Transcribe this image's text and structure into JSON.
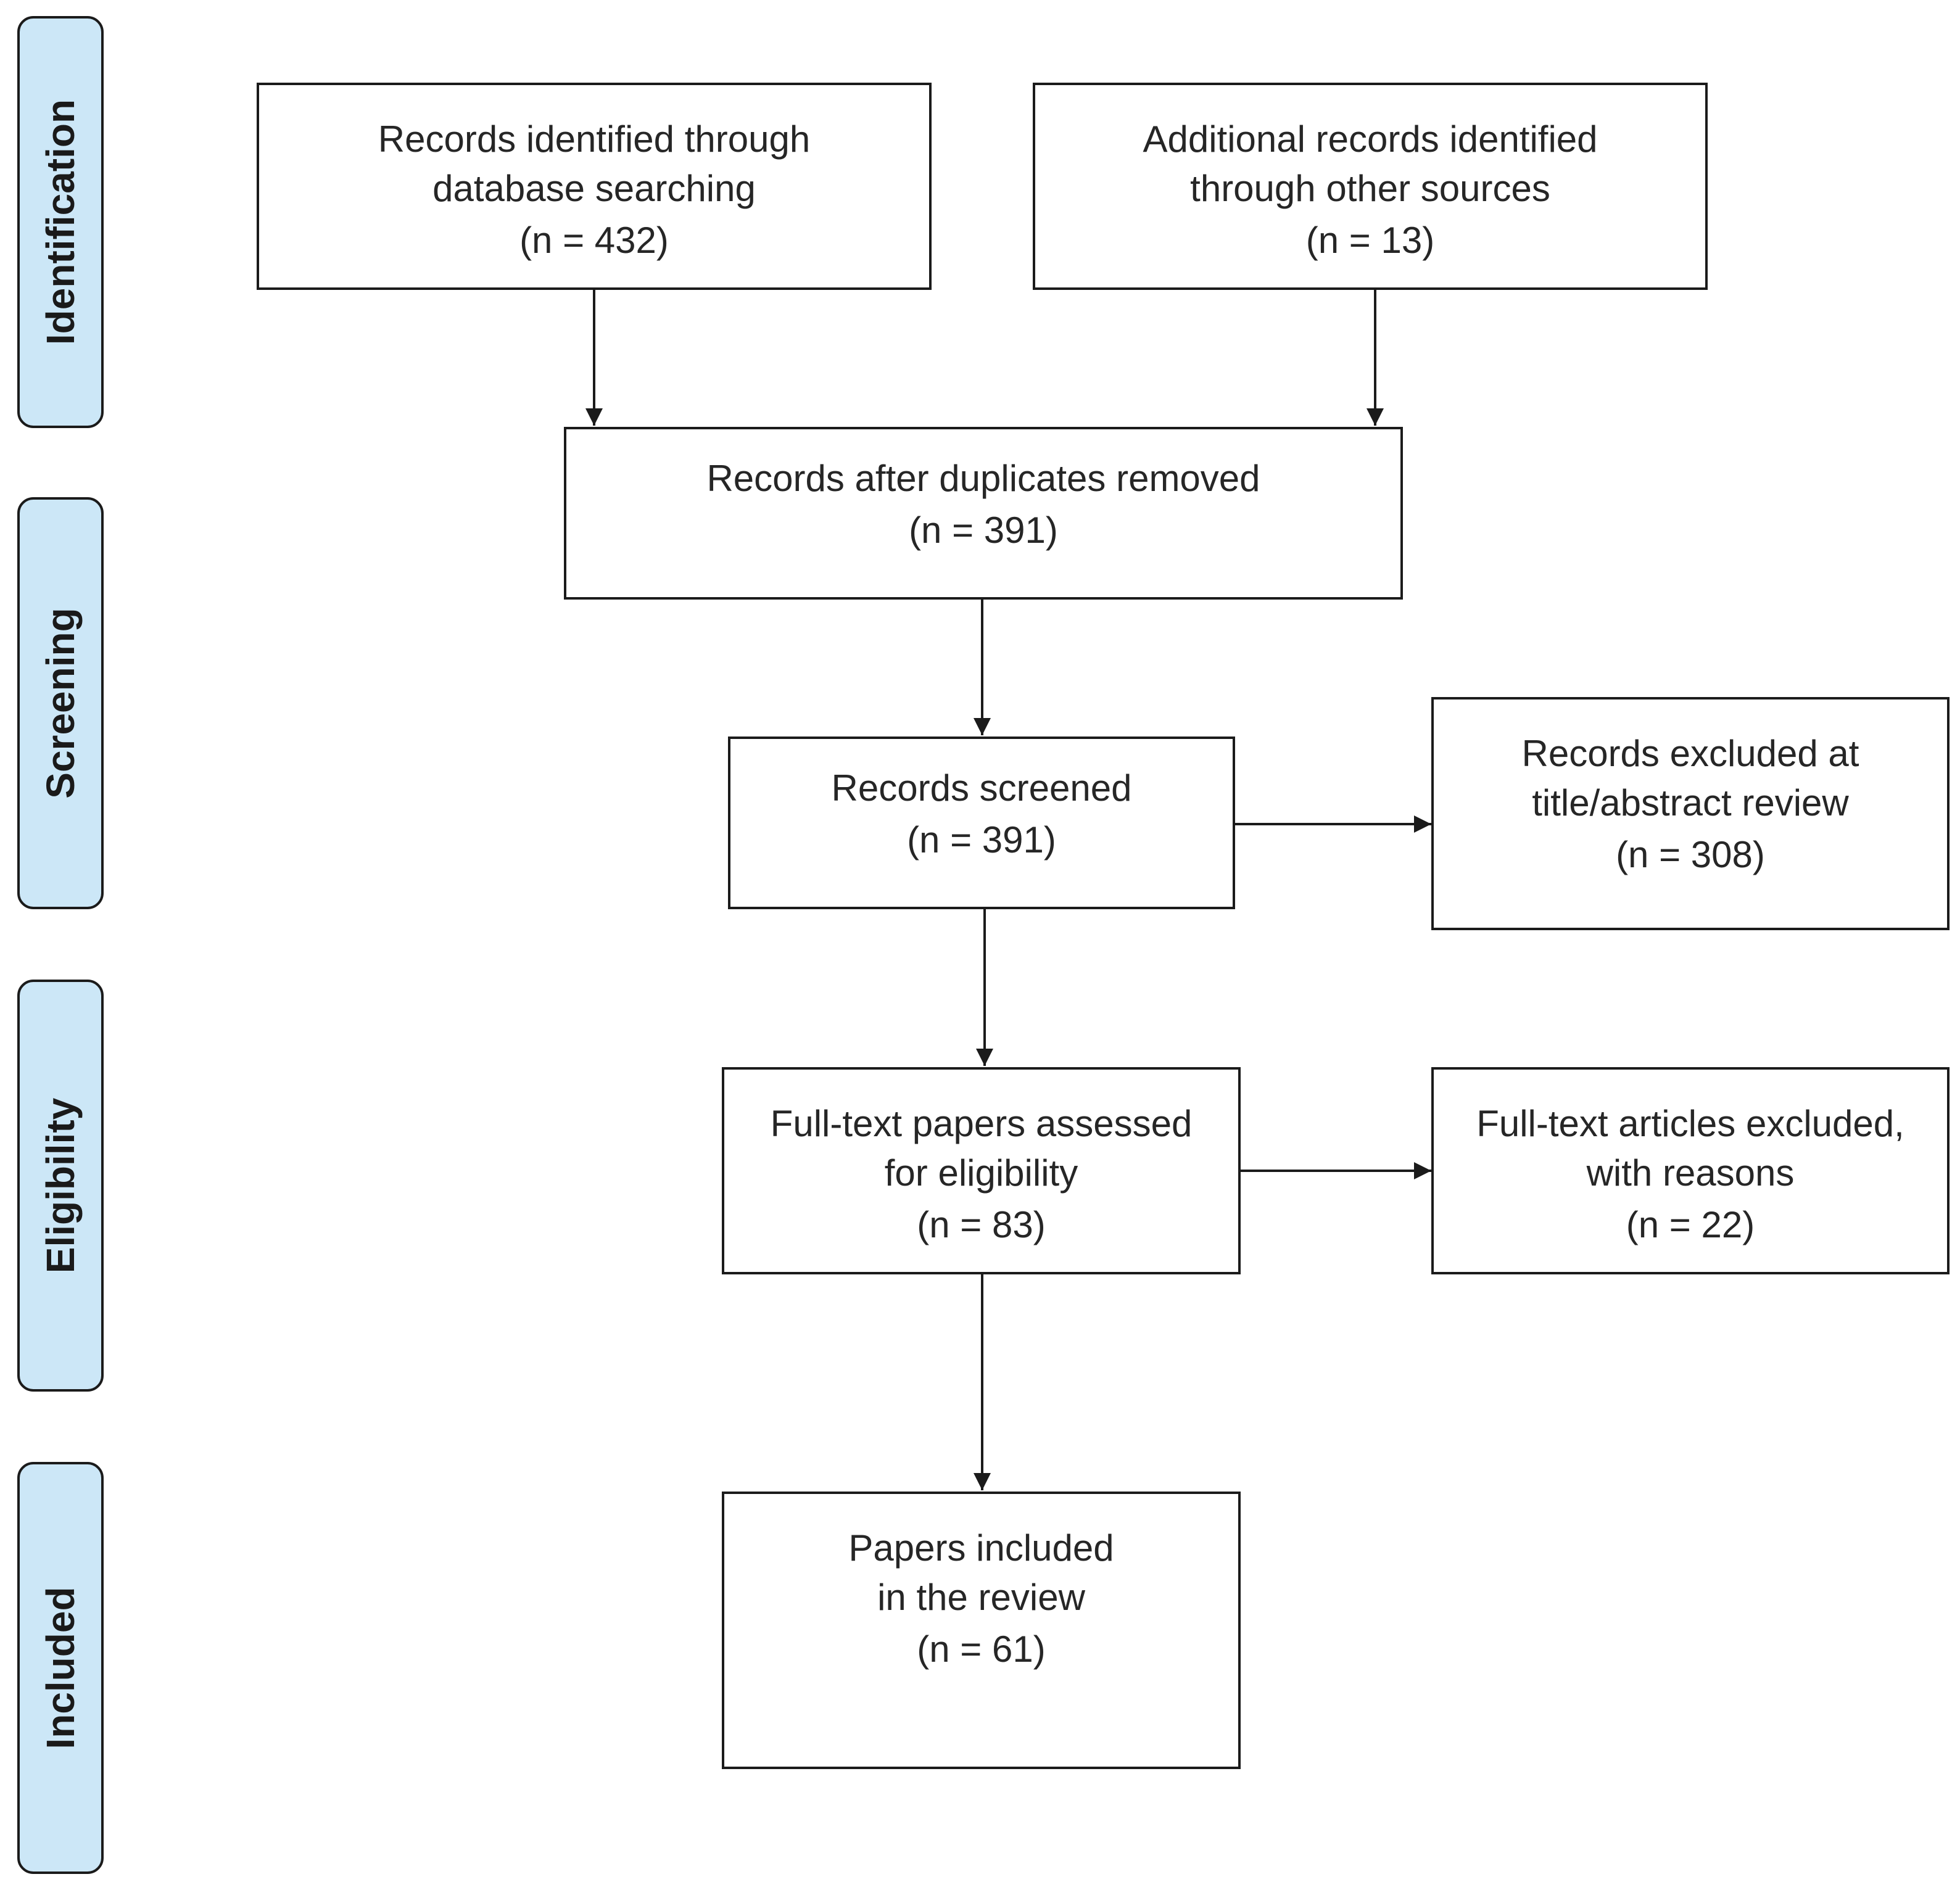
{
  "phases": {
    "identification": "Identification",
    "screening": "Screening",
    "eligibility": "Eligibility",
    "included": "Included"
  },
  "boxes": {
    "database": {
      "lines": [
        "Records identified through",
        "database searching"
      ],
      "count": "(n = 432)"
    },
    "other_sources": {
      "lines": [
        "Additional records identified",
        "through other sources"
      ],
      "count": "(n = 13)"
    },
    "after_duplicates": {
      "lines": [
        "Records after duplicates removed"
      ],
      "count": "(n = 391)"
    },
    "screened": {
      "lines": [
        "Records screened"
      ],
      "count": "(n = 391)"
    },
    "excluded_title": {
      "lines": [
        "Records excluded at",
        "title/abstract review"
      ],
      "count": "(n = 308)"
    },
    "fulltext_assessed": {
      "lines": [
        "Full-text papers assessed",
        "for eligibility"
      ],
      "count": "(n = 83)"
    },
    "fulltext_excluded": {
      "lines": [
        "Full-text articles excluded,",
        "with reasons"
      ],
      "count": "(n = 22)"
    },
    "included": {
      "lines": [
        "Papers included",
        "in the review"
      ],
      "count": "(n = 61)"
    }
  },
  "colors": {
    "phase_fill": "#cce7f7",
    "stroke": "#1b1b1b"
  }
}
